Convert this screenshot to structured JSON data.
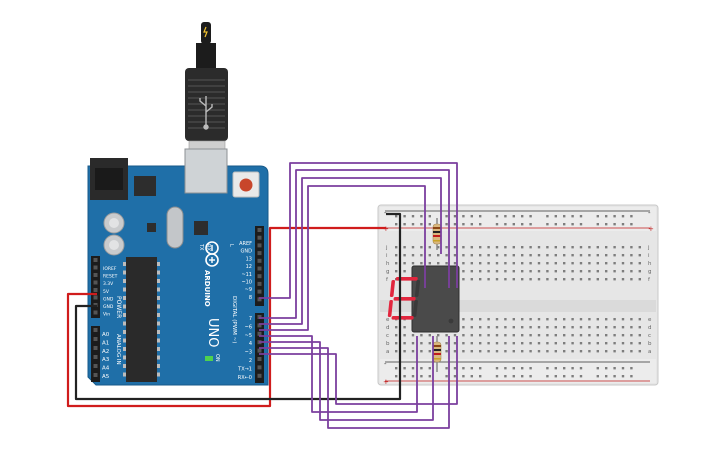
{
  "arduino": {
    "brand": "ARDUINO",
    "model": "UNO",
    "on_label": "ON",
    "tx_label": "TX",
    "rx_label": "RX",
    "l_label": "L",
    "power_header": "POWER",
    "analog_header": "ANALOG IN",
    "digital_header": "DIGITAL (PWM ~)",
    "power_pins": [
      "IOREF",
      "RESET",
      "3.3V",
      "5V",
      "GND",
      "GND",
      "Vin"
    ],
    "analog_pins": [
      "A0",
      "A1",
      "A2",
      "A3",
      "A4",
      "A5"
    ],
    "digital_pins_top": [
      "AREF",
      "GND",
      "13",
      "12",
      "~11",
      "~10",
      "~9",
      "8"
    ],
    "digital_pins_bottom": [
      "7",
      "~6",
      "~5",
      "4",
      "~3",
      "2",
      "TX→1",
      "RX←0"
    ]
  },
  "breadboard": {
    "row_letters_top": [
      "j",
      "i",
      "h",
      "g",
      "f"
    ],
    "row_letters_bottom": [
      "e",
      "d",
      "c",
      "b",
      "a"
    ],
    "plus": "+",
    "minus": "-",
    "column_count": 30
  },
  "display": {
    "shown_digit": "E",
    "lit_segments": [
      "a",
      "d",
      "e",
      "f",
      "g"
    ]
  },
  "colors": {
    "board": "#1f6fa8",
    "wire_purple": "#7b3f9e",
    "wire_red": "#d01c1c",
    "wire_black": "#222222",
    "segment_on": "#e2263e",
    "segment_off": "#3a3a3a"
  }
}
